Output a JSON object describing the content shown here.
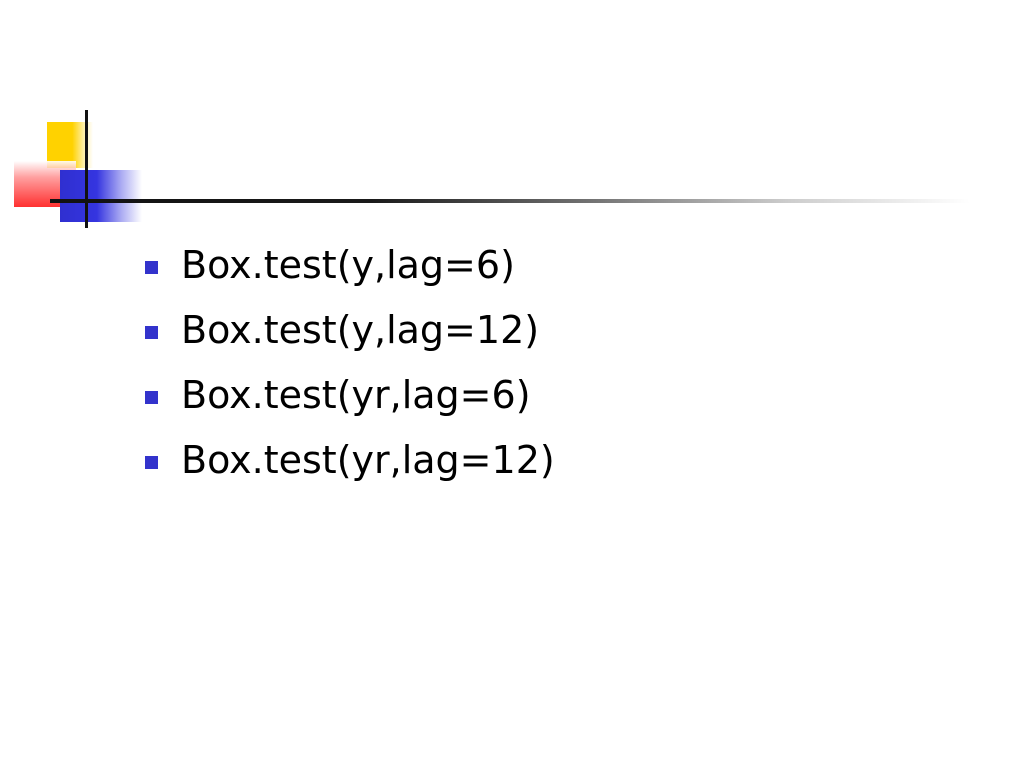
{
  "slide": {
    "bullets": [
      {
        "text": "Box.test(y,lag=6)"
      },
      {
        "text": "Box.test(y,lag=12)"
      },
      {
        "text": "Box.test(yr,lag=6)"
      },
      {
        "text": "Box.test(yr,lag=12)"
      }
    ]
  },
  "colors": {
    "bullet": "#3333cc",
    "logo_yellow": "#ffd200",
    "logo_red": "#ff3030",
    "logo_blue": "#3535e0",
    "rule": "#111111"
  }
}
